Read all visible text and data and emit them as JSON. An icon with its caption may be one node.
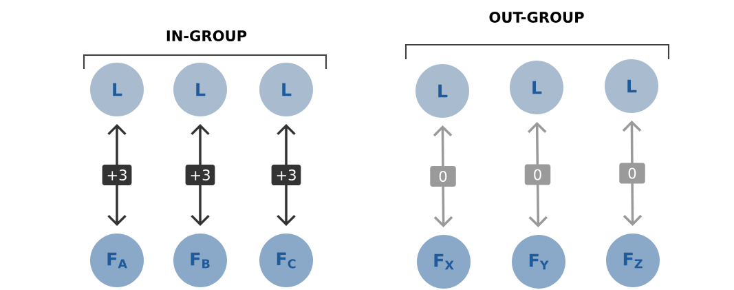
{
  "diagram": {
    "nodes": [
      {
        "text": [
          "L"
        ]
      },
      {
        "text": [
          "L"
        ]
      },
      {
        "text": [
          "L"
        ]
      },
      {
        "text": [
          "L"
        ]
      },
      {
        "text": [
          "L"
        ]
      },
      {
        "text": [
          "L"
        ]
      },
      {
        "text": [
          "F$_{A}$"
        ]
      },
      {
        "text": [
          "F$_{B}$"
        ]
      },
      {
        "text": [
          "F$_{C}$"
        ]
      },
      {
        "text": [
          "F$_{X}$"
        ]
      },
      {
        "text": [
          "F$_{Y}$"
        ]
      },
      {
        "text": [
          "F$_{Z}$"
        ]
      }
    ],
    "edges": [
      {
        "from": 0,
        "to": 6,
        "arrow": "both",
        "label": "+3",
        "color": "#333333"
      },
      {
        "from": 1,
        "to": 7,
        "arrow": "both",
        "label": "+3",
        "color": "#333333"
      },
      {
        "from": 2,
        "to": 8,
        "arrow": "both",
        "label": "+3",
        "color": "#333333"
      },
      {
        "from": 3,
        "to": 9,
        "arrow": "both",
        "label": "0",
        "color": "#9a9a9a"
      },
      {
        "from": 4,
        "to": 10,
        "arrow": "both",
        "label": "0",
        "color": "#9a9a9a"
      },
      {
        "from": 5,
        "to": 11,
        "arrow": "both",
        "label": "0",
        "color": "#9a9a9a"
      }
    ],
    "labels": [
      "IN-GROUP",
      "OUT-GROUP"
    ]
  }
}
